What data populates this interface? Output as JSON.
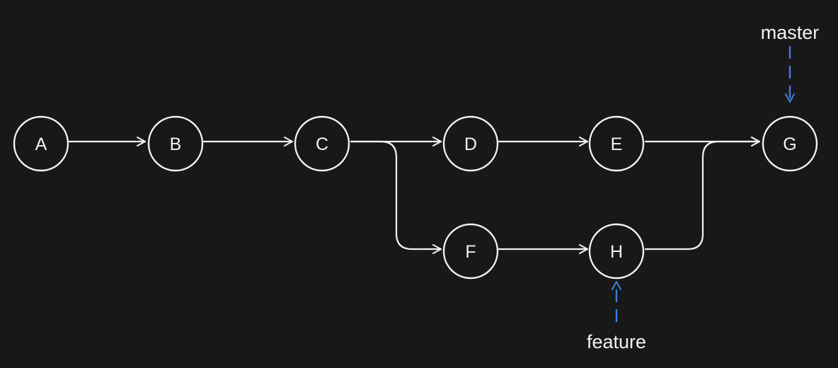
{
  "diagram": {
    "nodes": [
      {
        "id": "A",
        "label": "A"
      },
      {
        "id": "B",
        "label": "B"
      },
      {
        "id": "C",
        "label": "C"
      },
      {
        "id": "D",
        "label": "D"
      },
      {
        "id": "E",
        "label": "E"
      },
      {
        "id": "F",
        "label": "F"
      },
      {
        "id": "H",
        "label": "H"
      },
      {
        "id": "G",
        "label": "G"
      }
    ],
    "edges": [
      {
        "from": "A",
        "to": "B"
      },
      {
        "from": "B",
        "to": "C"
      },
      {
        "from": "C",
        "to": "D"
      },
      {
        "from": "D",
        "to": "E"
      },
      {
        "from": "E",
        "to": "G"
      },
      {
        "from": "C",
        "to": "F"
      },
      {
        "from": "F",
        "to": "H"
      },
      {
        "from": "H",
        "to": "G"
      }
    ],
    "refs": {
      "master": {
        "label": "master",
        "target": "G"
      },
      "feature": {
        "label": "feature",
        "target": "H"
      }
    },
    "colors": {
      "background": "#181818",
      "stroke": "#f2f2f2",
      "pointer": "#3d7fe0"
    }
  }
}
